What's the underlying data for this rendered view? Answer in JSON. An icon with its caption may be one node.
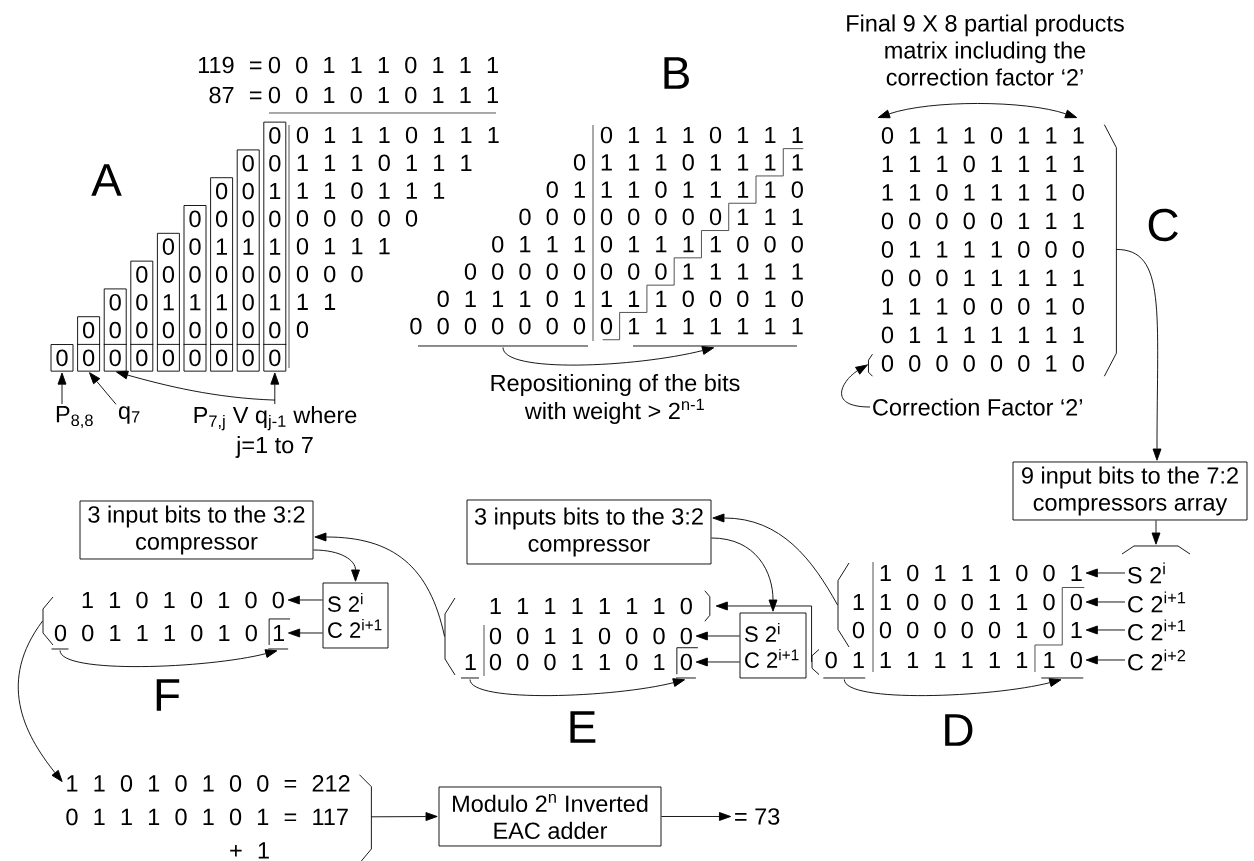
{
  "diagram": {
    "nodes": [
      {
        "text": [
          "0"
        ]
      },
      {
        "text": [
          "0 0"
        ]
      },
      {
        "text": [
          "0 0 0"
        ]
      },
      {
        "text": [
          "0 0 0 0"
        ]
      },
      {
        "text": [
          "0 0 1 0 0"
        ]
      },
      {
        "text": [
          "0 0 0 1 0 0"
        ]
      },
      {
        "text": [
          "0 0 1 0 1 0 0"
        ]
      },
      {
        "text": [
          "0 0 0 1 0 0 0 0"
        ]
      },
      {
        "text": [
          "0 0 1 0 1 0 1 0 0"
        ]
      },
      {
        "text": [
          "P$_{8,8}$"
        ]
      },
      {
        "text": [
          "q$_{7}$"
        ]
      },
      {
        "text": [
          "P$_{7,j}$ V q$_{j-1}$ where j=1 to 7"
        ]
      },
      {
        "text": [],
        "shape": "bracket"
      },
      {
        "text": [],
        "shape": "bracket"
      },
      {
        "text": [
          "0 1 1 1 0 1 1 1",
          "1 1 1 0 1 1 1 1",
          "1 1 0 1 1 1 1 0",
          "0 0 0 0 0 1 1 1",
          "0 1 1 1 1 0 0 0",
          "0 0 0 1 1 1 1 1",
          "1 1 1 0 0 0 1 0",
          "0 1 1 1 1 1 1 1",
          "0 0 0 0 0 0 1 0"
        ]
      },
      {
        "text": [
          "Correction Factor ‘2’"
        ]
      },
      {
        "text": [
          "9 input bits to the 7:2 compressors array"
        ]
      },
      {
        "text": [],
        "shape": "bracket"
      },
      {
        "text": [
          "S 2$^{i}$"
        ]
      },
      {
        "text": [
          "C 2$^{i+1}$"
        ]
      },
      {
        "text": [
          "C 2$^{i+1}$"
        ]
      },
      {
        "text": [
          "C 2$^{i+2}$"
        ]
      },
      {
        "text": [
          "1 0 1 1 1 0 0 1"
        ]
      },
      {
        "text": [
          "0"
        ]
      },
      {
        "text": [
          "1"
        ]
      },
      {
        "text": [
          "1 0"
        ]
      },
      {
        "text": [],
        "shape": "bracket"
      },
      {
        "text": [],
        "shape": "bracket"
      },
      {
        "text": [],
        "shape": "bracket"
      },
      {
        "text": [],
        "shape": "bracket"
      },
      {
        "text": [
          "3 inputs bits to the 3:2 compressor"
        ]
      },
      {
        "text": [
          "S 2$^{i}$",
          "C 2$^{i+1}$"
        ]
      },
      {
        "text": [
          "1 1 1 1 1 1 1 0"
        ]
      },
      {
        "text": [
          "0 0 1 1 0 0 0 0"
        ]
      },
      {
        "text": [
          "0"
        ]
      },
      {
        "text": [],
        "shape": "bracket"
      },
      {
        "text": [],
        "shape": "bracket"
      },
      {
        "text": [],
        "shape": "bracket"
      },
      {
        "text": [
          "3 input bits to the 3:2 compressor"
        ]
      },
      {
        "text": [
          "S 2$^{i}$",
          "C 2$^{i+1}$"
        ]
      },
      {
        "text": [
          "1 1 0 1 0 1 0 0"
        ]
      },
      {
        "text": [
          "1"
        ]
      },
      {
        "text": [],
        "shape": "bracket"
      },
      {
        "text": [],
        "shape": "bracket"
      },
      {
        "text": [],
        "shape": "bracket"
      },
      {
        "text": [
          "1 1 0 1 0 1 0 0 = 212",
          "0 1 1 1 0 1 0 1 = 117",
          "+ 1"
        ]
      },
      {
        "text": [
          "Modulo 2$^{n}$ Inverted EAC adder"
        ]
      },
      {
        "text": [
          "= 73"
        ]
      }
    ],
    "edges": [
      {
        "from": 9,
        "to": 0,
        "arrow": "to"
      },
      {
        "from": 10,
        "to": 1,
        "arrow": "to"
      },
      {
        "from": 11,
        "to": 8,
        "arrow": "to"
      },
      {
        "from": 11,
        "to": 2,
        "arrow": "to"
      },
      {
        "from": 12,
        "to": 13,
        "arrow": "to"
      },
      {
        "from": 15,
        "to": 14,
        "arrow": "to"
      },
      {
        "from": 14,
        "to": 16,
        "arrow": "to"
      },
      {
        "from": 16,
        "to": 17,
        "arrow": "to"
      },
      {
        "from": 18,
        "to": 22,
        "arrow": "to"
      },
      {
        "from": 19,
        "to": 23,
        "arrow": "to"
      },
      {
        "from": 20,
        "to": 24,
        "arrow": "to"
      },
      {
        "from": 21,
        "to": 25,
        "arrow": "to"
      },
      {
        "from": 28,
        "to": 29,
        "arrow": "to"
      },
      {
        "from": 26,
        "to": 30,
        "arrow": "to"
      },
      {
        "from": 27,
        "to": 32,
        "arrow": "to"
      },
      {
        "from": 30,
        "to": 31,
        "arrow": "to"
      },
      {
        "from": 31,
        "to": 33,
        "arrow": "to"
      },
      {
        "from": 31,
        "to": 34,
        "arrow": "to"
      },
      {
        "from": 36,
        "to": 37,
        "arrow": "to"
      },
      {
        "from": 35,
        "to": 38,
        "arrow": "to"
      },
      {
        "from": 38,
        "to": 39,
        "arrow": "to"
      },
      {
        "from": 39,
        "to": 40,
        "arrow": "to"
      },
      {
        "from": 39,
        "to": 41,
        "arrow": "to"
      },
      {
        "from": 43,
        "to": 44,
        "arrow": "to"
      },
      {
        "from": 42,
        "to": 45,
        "arrow": "to"
      },
      {
        "from": 45,
        "to": 46,
        "arrow": "to"
      },
      {
        "from": 46,
        "to": 47,
        "arrow": "to"
      }
    ],
    "labels": [
      "119 =",
      "0 0 1 1 1 0 1 1 1",
      "87 =",
      "0 0 1 0 1 0 1 1 1",
      "A",
      "B",
      "Final 9 X 8 partial products matrix including the correction factor ‘2’",
      "C",
      "0 1 1 1 0 1 1 1",
      "1 1 1 0 1 1 1",
      "1 1 0 1 1 1",
      "0 0 0 0 0",
      "0 1 1 1",
      "0 0 0",
      "1 1",
      "0",
      "0 1 1 1 0 1 1 1",
      "0",
      "1 1 1 0 1 1 1",
      "1",
      "0 1",
      "1 1 0 1 1 1",
      "1 0",
      "0 0 0",
      "0 0 0 0 0",
      "1 1 1",
      "0 1 1 1",
      "0 1 1 1",
      "1 0 0 0",
      "0 0 0 0 0",
      "0 0 0",
      "1 1 1 1 1",
      "0 1 1 1 0 1",
      "1 1",
      "1 0 0 0 1 0",
      "0 0 0 0 0 0 0",
      "0",
      "1 1 1 1 1 1 1",
      "Repositioning of the bits with weight > 2$^{n-1}$",
      "1",
      "1 0 0 0 1 1 0",
      "0",
      "0 0 0 0 0 1 0",
      "0 1",
      "1 1 1 1 1 1",
      "D",
      "1",
      "0 0 0 1 1 0 1",
      "E",
      "0 0 1 1 1 0 1 0",
      "F"
    ]
  }
}
